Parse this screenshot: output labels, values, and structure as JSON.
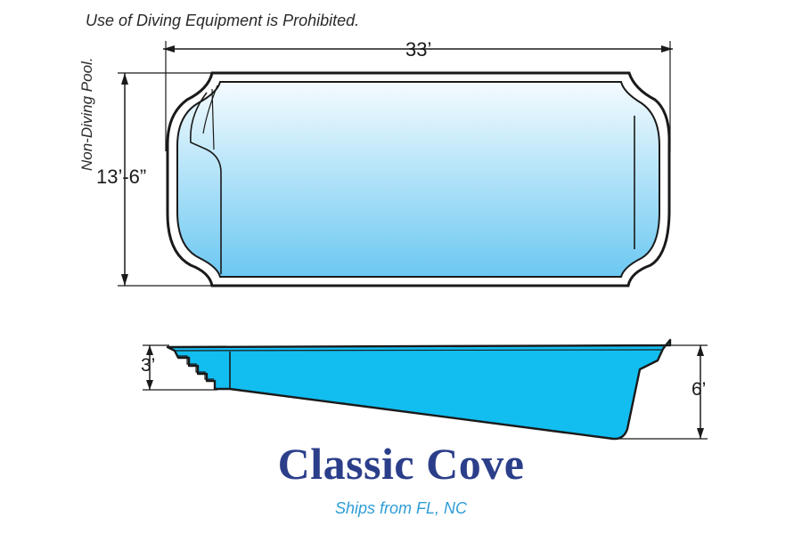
{
  "notes": {
    "warning": "Use of Diving Equipment is Prohibited.",
    "side_note": "Non-Diving Pool."
  },
  "dimensions": {
    "length": "33’",
    "width": "13’-6”",
    "shallow_depth": "3’",
    "deep_depth": "6’"
  },
  "product": {
    "name": "Classic Cove",
    "ships_from": "Ships from FL, NC"
  },
  "colors": {
    "pool_top_light": "#f4fbfe",
    "pool_top_dark": "#6cc8f2",
    "pool_side": "#12bdf0",
    "title": "#2b3e8a",
    "subtitle": "#2e9dd6",
    "outline": "#1a1a1a"
  }
}
